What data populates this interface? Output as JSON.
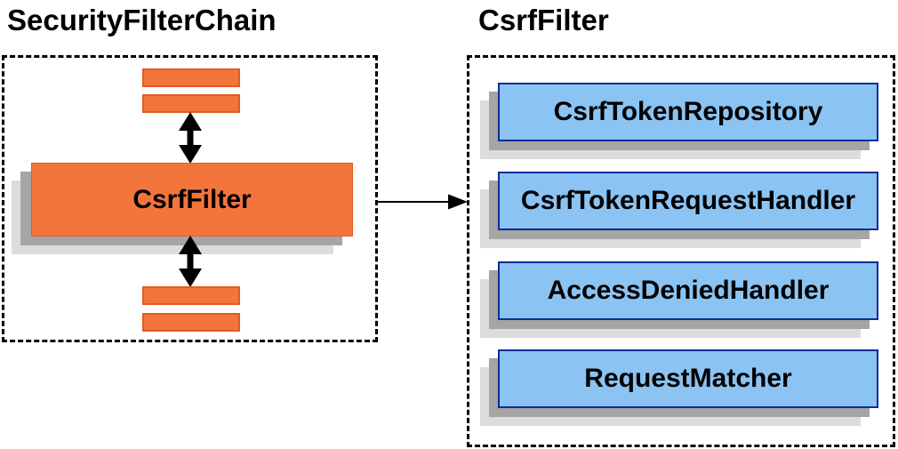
{
  "titles": {
    "left": "SecurityFilterChain",
    "right": "CsrfFilter"
  },
  "left_panel": {
    "filter_node_label": "CsrfFilter"
  },
  "right_panel": {
    "items": [
      {
        "label": "CsrfTokenRepository"
      },
      {
        "label": "CsrfTokenRequestHandler"
      },
      {
        "label": "AccessDeniedHandler"
      },
      {
        "label": "RequestMatcher"
      }
    ]
  },
  "icons": {
    "vertical_flow": "double-arrow-icon",
    "link": "arrow-right-icon"
  },
  "colors": {
    "orange_fill": "#f4753c",
    "orange_border": "#e25c1d",
    "blue_fill": "#8bc3f2",
    "blue_border": "#0d2d96",
    "shadow_dark": "#a5a5a5",
    "shadow_light": "#dcdcdc",
    "dashed_border": "#000000",
    "text": "#000000",
    "background": "#ffffff"
  }
}
